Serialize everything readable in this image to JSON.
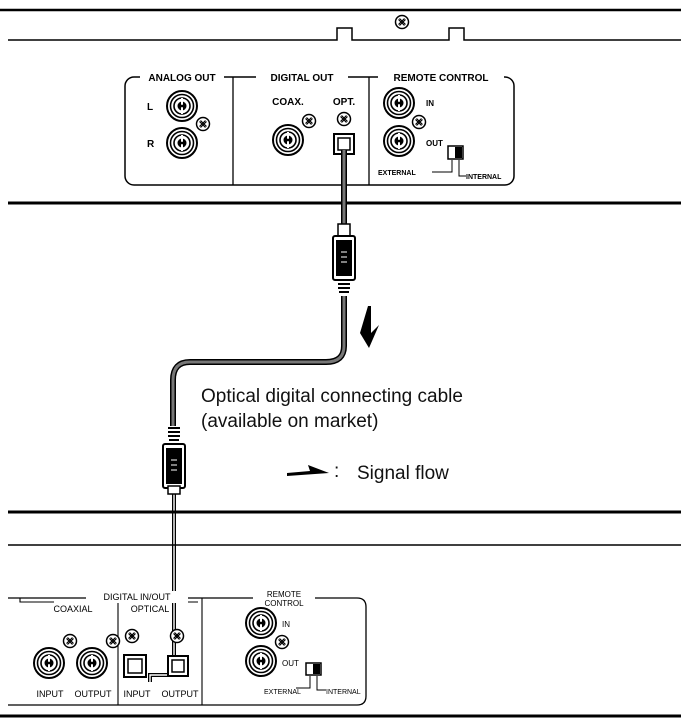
{
  "top_unit": {
    "analog_out": {
      "title": "ANALOG OUT",
      "left": "L",
      "right": "R"
    },
    "digital_out": {
      "title": "DIGITAL OUT",
      "coax": "COAX.",
      "opt": "OPT."
    },
    "remote_control": {
      "title": "REMOTE CONTROL",
      "in": "IN",
      "out": "OUT",
      "external": "EXTERNAL",
      "internal": "INTERNAL"
    }
  },
  "cable": {
    "caption_line1": "Optical digital connecting cable",
    "caption_line2": "(available on market)"
  },
  "legend": {
    "separator": ":",
    "text": "Signal flow"
  },
  "bottom_unit": {
    "digital_in_out": {
      "title": "DIGITAL IN/OUT",
      "coaxial": "COAXIAL",
      "optical": "OPTICAL",
      "input_1": "INPUT",
      "output_1": "OUTPUT",
      "input_2": "INPUT",
      "output_2": "OUTPUT"
    },
    "remote_control": {
      "title_line1": "REMOTE",
      "title_line2": "CONTROL",
      "in": "IN",
      "out": "OUT",
      "external": "EXTERNAL",
      "internal": "INTERNAL"
    }
  }
}
